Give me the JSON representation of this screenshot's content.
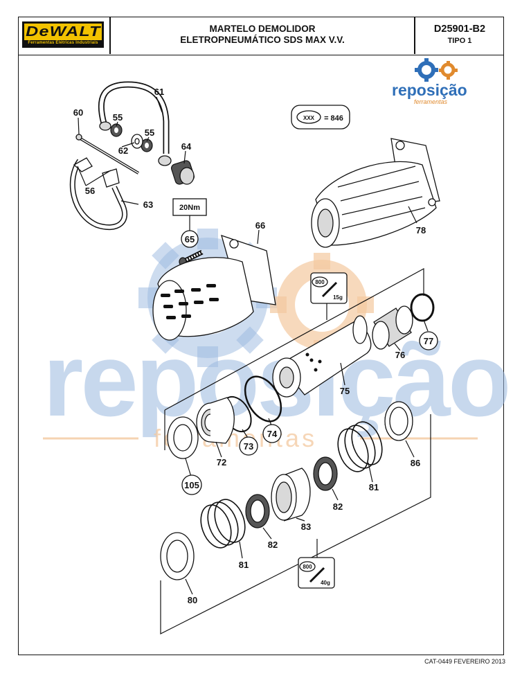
{
  "header": {
    "brand": "DeWALT",
    "brand_sub": "Ferramentas Elétricas Industriais",
    "title_line1": "MARTELO DEMOLIDOR",
    "title_line2": "ELETROPNEUMÁTICO SDS MAX V.V.",
    "model": "D25901-B2",
    "type": "TIPO 1"
  },
  "watermark": {
    "small_brand": "reposição",
    "small_sub": "ferramentas",
    "big_brand": "reposição",
    "big_sub": "ferramentas"
  },
  "legend": {
    "code": "XXX",
    "value": "= 846"
  },
  "torque": "20Nm",
  "grease_top": {
    "code": "800",
    "amount": "15g"
  },
  "grease_bottom": {
    "code": "800",
    "amount": "40g"
  },
  "parts": {
    "p55a": "55",
    "p55b": "55",
    "p56": "56",
    "p60": "60",
    "p61": "61",
    "p62": "62",
    "p63": "63",
    "p64": "64",
    "p65": "65",
    "p66": "66",
    "p72": "72",
    "p73": "73",
    "p74": "74",
    "p75": "75",
    "p76": "76",
    "p77": "77",
    "p78": "78",
    "p80": "80",
    "p81a": "81",
    "p81b": "81",
    "p82a": "82",
    "p82b": "82",
    "p83": "83",
    "p86": "86",
    "p105": "105"
  },
  "footer": "CAT-0449 FEVEREIRO 2013",
  "colors": {
    "dewalt_yellow": "#f2c200",
    "watermark_blue": "#9bb9e0",
    "watermark_orange": "#f3c9a0",
    "logo_blue": "#2f6fb8",
    "logo_orange": "#e08a2e"
  }
}
